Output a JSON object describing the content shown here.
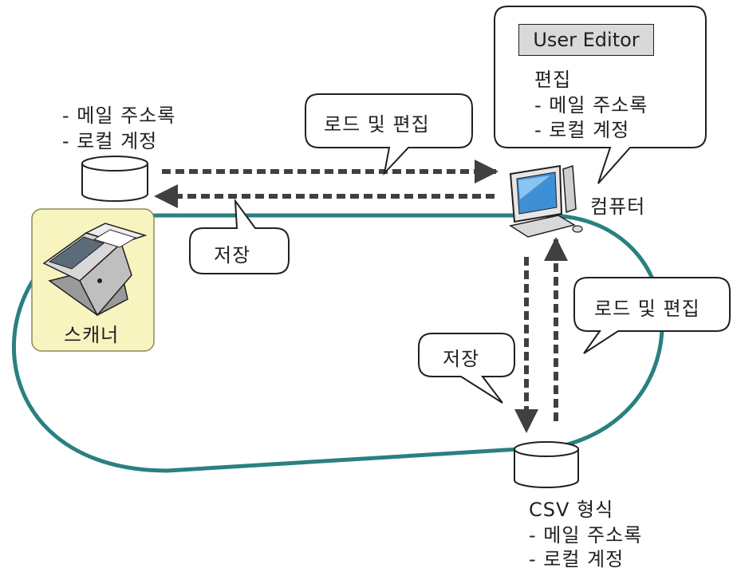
{
  "colors": {
    "loop": "#2a8080",
    "arrow": "#404040",
    "scanner_bg": "#f7f4c0",
    "scanner_border": "#8a8a5a",
    "user_editor_bg": "#d9d9d9"
  },
  "scanner": {
    "label": "스캐너",
    "icon": "scanner-icon"
  },
  "computer": {
    "label": "컴퓨터",
    "icon": "computer-icon"
  },
  "top_db": {
    "icon": "database-icon",
    "items": [
      "- 메일 주소록",
      "- 로컬 계정"
    ]
  },
  "csv_db": {
    "icon": "database-icon",
    "title": "CSV 형식",
    "items": [
      "- 메일 주소록",
      "- 로컬 계정"
    ]
  },
  "user_editor_box": {
    "title": "User Editor",
    "caption": "편집",
    "items": [
      "- 메일 주소록",
      "- 로컬 계정"
    ]
  },
  "callouts": {
    "load_edit_top": "로드 및 편집",
    "save_top": "저장",
    "save_right": "저장",
    "load_edit_right": "로드 및 편집"
  }
}
